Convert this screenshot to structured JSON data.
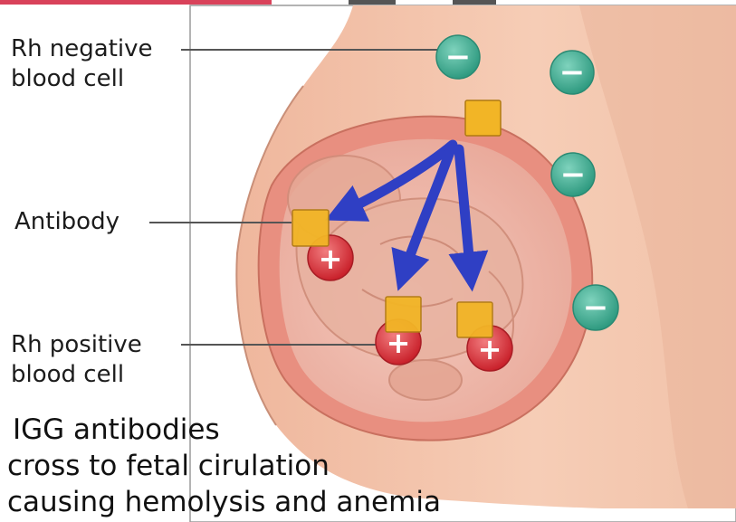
{
  "diagram": {
    "labels": {
      "rh_negative": [
        "Rh negative",
        "blood cell"
      ],
      "antibody": "Antibody",
      "rh_positive": [
        "Rh positive",
        "blood cell"
      ]
    },
    "caption": [
      "IGG antibodies",
      "cross to fetal cirulation",
      "causing hemolysis and anemia"
    ],
    "cell_symbols": {
      "negative": "−",
      "positive": "+"
    },
    "colors": {
      "negative_cell": "#3aa58c",
      "positive_cell": "#d8343c",
      "antibody": "#f2b526",
      "arrow": "#2f3fc4",
      "skin": "#f2c0a8",
      "uterus": "#e98d7e",
      "background": "#ffffff"
    }
  }
}
